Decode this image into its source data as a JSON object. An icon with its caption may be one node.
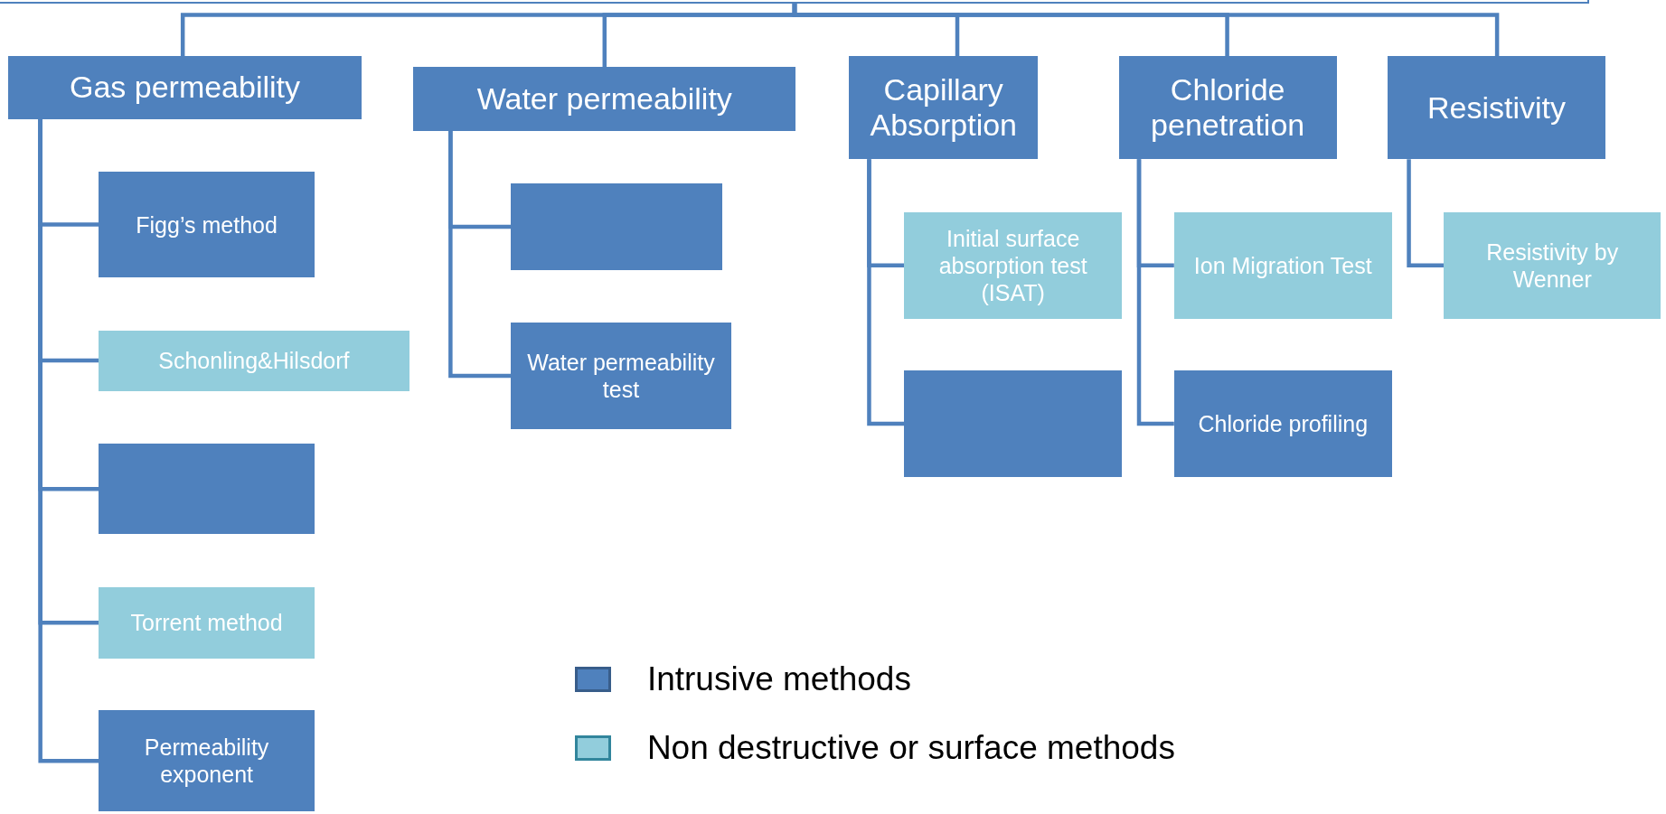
{
  "diagram": {
    "nodes": [
      {
        "text": [],
        "shape": "box"
      },
      {
        "text": [
          "Gas permeability"
        ]
      },
      {
        "text": [
          "Water permeability"
        ]
      },
      {
        "text": [
          "Capillary Absorption"
        ]
      },
      {
        "text": [
          "Chloride penetration"
        ]
      },
      {
        "text": [
          "Resistivity"
        ]
      },
      {
        "text": [
          "Figg’s method"
        ]
      },
      {
        "text": [
          "Schonling&Hilsdorf"
        ]
      },
      {
        "text": [],
        "shape": "box"
      },
      {
        "text": [
          "Torrent method"
        ]
      },
      {
        "text": [
          "Permeability exponent"
        ]
      },
      {
        "text": [],
        "shape": "box"
      },
      {
        "text": [
          "Water permeability test"
        ]
      },
      {
        "text": [
          "Initial surface absorption test (ISAT)"
        ]
      },
      {
        "text": [],
        "shape": "box"
      },
      {
        "text": [
          "Ion Migration Test"
        ]
      },
      {
        "text": [
          "Chloride profiling"
        ]
      },
      {
        "text": [
          "Resistivity by Wenner"
        ]
      }
    ],
    "edges": [
      {
        "from": 0,
        "to": 1,
        "arrow": "none"
      },
      {
        "from": 0,
        "to": 2,
        "arrow": "none"
      },
      {
        "from": 0,
        "to": 3,
        "arrow": "none"
      },
      {
        "from": 0,
        "to": 4,
        "arrow": "none"
      },
      {
        "from": 0,
        "to": 5,
        "arrow": "none"
      },
      {
        "from": 1,
        "to": 6,
        "arrow": "none"
      },
      {
        "from": 1,
        "to": 7,
        "arrow": "none"
      },
      {
        "from": 1,
        "to": 8,
        "arrow": "none"
      },
      {
        "from": 1,
        "to": 9,
        "arrow": "none"
      },
      {
        "from": 1,
        "to": 10,
        "arrow": "none"
      },
      {
        "from": 2,
        "to": 11,
        "arrow": "none"
      },
      {
        "from": 2,
        "to": 12,
        "arrow": "none"
      },
      {
        "from": 3,
        "to": 13,
        "arrow": "none"
      },
      {
        "from": 3,
        "to": 14,
        "arrow": "none"
      },
      {
        "from": 4,
        "to": 15,
        "arrow": "none"
      },
      {
        "from": 4,
        "to": 16,
        "arrow": "none"
      },
      {
        "from": 5,
        "to": 17,
        "arrow": "none"
      }
    ],
    "legend": [
      {
        "text": "Intrusive methods",
        "color": "#4f81bd"
      },
      {
        "text": "Non destructive or surface methods",
        "color": "#92cddc"
      }
    ]
  }
}
